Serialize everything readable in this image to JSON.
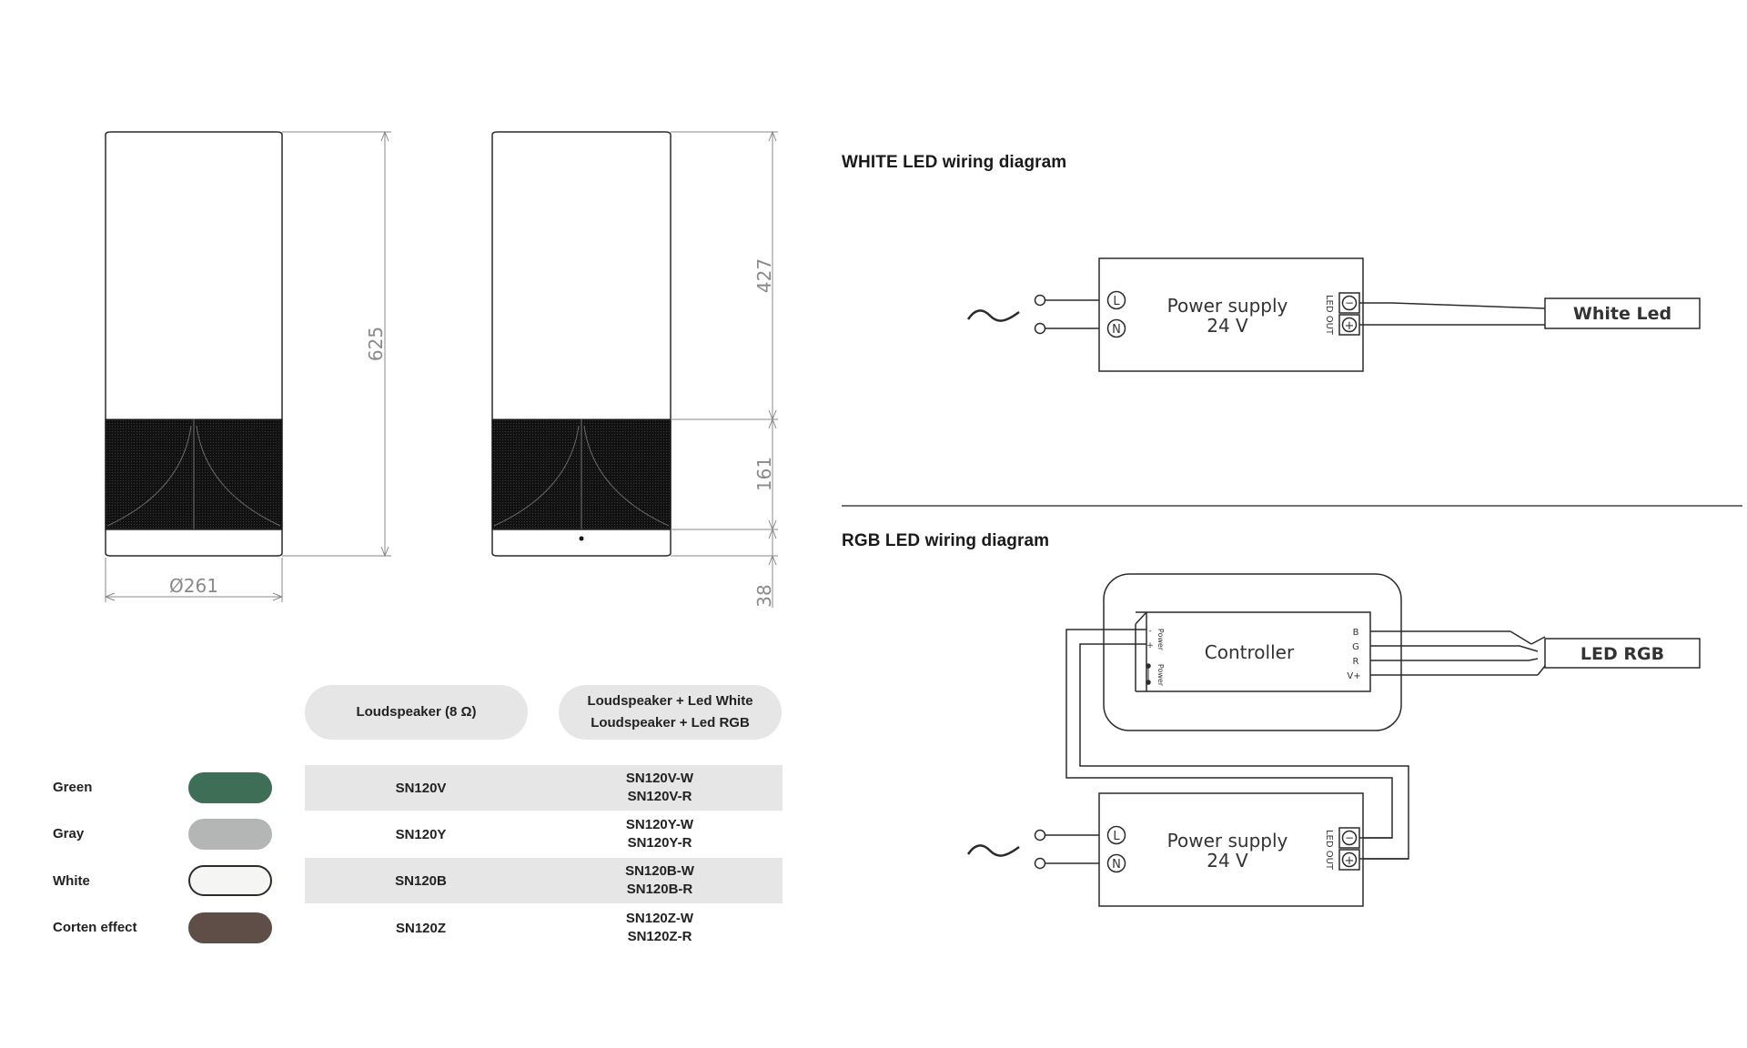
{
  "dimensions": {
    "height_total": "625",
    "diameter": "Ø261",
    "height_upper": "427",
    "height_middle": "161",
    "height_base": "38"
  },
  "table": {
    "headers": {
      "col1": "Loudspeaker (8 Ω)",
      "col2_line1": "Loudspeaker + Led White",
      "col2_line2": "Loudspeaker + Led RGB"
    },
    "rows": [
      {
        "color": "Green",
        "swatch": "#3e6e56",
        "code": "SN120V",
        "code_w": "SN120V-W",
        "code_r": "SN120V-R"
      },
      {
        "color": "Gray",
        "swatch": "#b3b6b5",
        "code": "SN120Y",
        "code_w": "SN120Y-W",
        "code_r": "SN120Y-R"
      },
      {
        "color": "White",
        "swatch": "#f5f5f3",
        "code": "SN120B",
        "code_w": "SN120B-W",
        "code_r": "SN120B-R"
      },
      {
        "color": "Corten effect",
        "swatch": "#5e4e47",
        "code": "SN120Z",
        "code_w": "SN120Z-W",
        "code_r": "SN120Z-R"
      }
    ]
  },
  "white_diagram": {
    "title": "WHITE LED wiring diagram",
    "ac_symbol": "~",
    "terminal_l": "L",
    "terminal_n": "N",
    "psu_line1": "Power supply",
    "psu_line2": "24 V",
    "led_out": "LED OUT",
    "minus": "−",
    "plus": "+",
    "load": "White Led"
  },
  "rgb_diagram": {
    "title": "RGB LED wiring diagram",
    "controller": "Controller",
    "power_label": "Power",
    "ctrl_minus": "-",
    "ctrl_plus": "+",
    "out_b": "B",
    "out_g": "G",
    "out_r": "R",
    "out_v": "V+",
    "load": "LED RGB",
    "ac_symbol": "~",
    "terminal_l": "L",
    "terminal_n": "N",
    "psu_line1": "Power supply",
    "psu_line2": "24 V",
    "led_out": "LED OUT",
    "minus": "−",
    "plus": "+"
  },
  "colors": {
    "line": "#2b2b2b",
    "dim_line": "#8a8a8a",
    "grille": "#151515",
    "header_bg": "#e6e6e6"
  }
}
